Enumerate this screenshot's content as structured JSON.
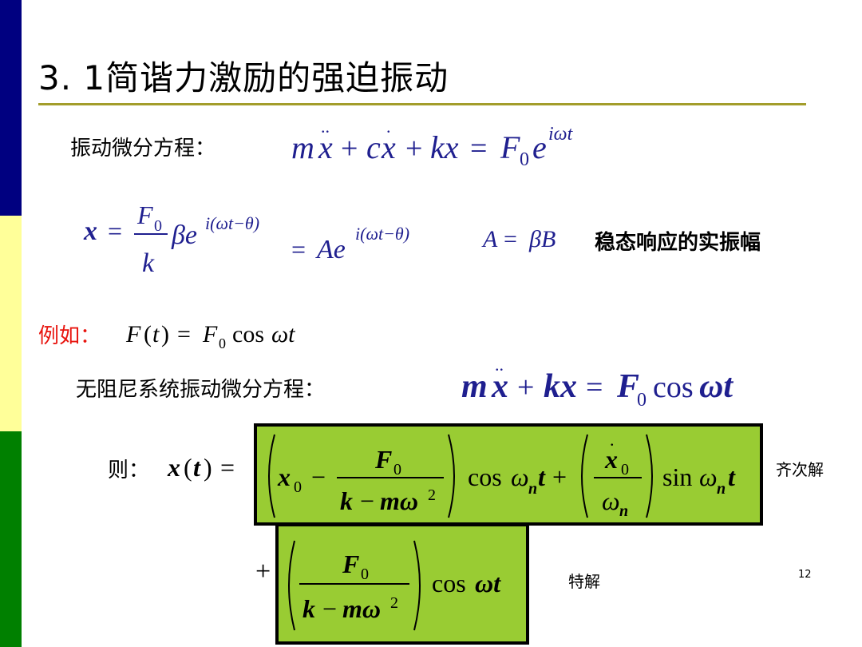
{
  "colors": {
    "navy": "#000080",
    "yellow": "#ffff99",
    "green": "#008000",
    "rule": "#a39d2b",
    "eq_blue": "#1f1f8f",
    "box_fill": "#99cc33",
    "red": "#e8140e"
  },
  "slide": {
    "title": "3. 1简谐力激励的强迫振动",
    "labels": {
      "eq_label": "振动微分方程：",
      "steady_label": "稳态响应的实振幅",
      "example_label": "例如：",
      "undamped_label": "无阻尼系统振动微分方程：",
      "then_label": "则：",
      "homogeneous_label": "齐次解",
      "particular_label": "特解"
    },
    "page_number": "12"
  }
}
